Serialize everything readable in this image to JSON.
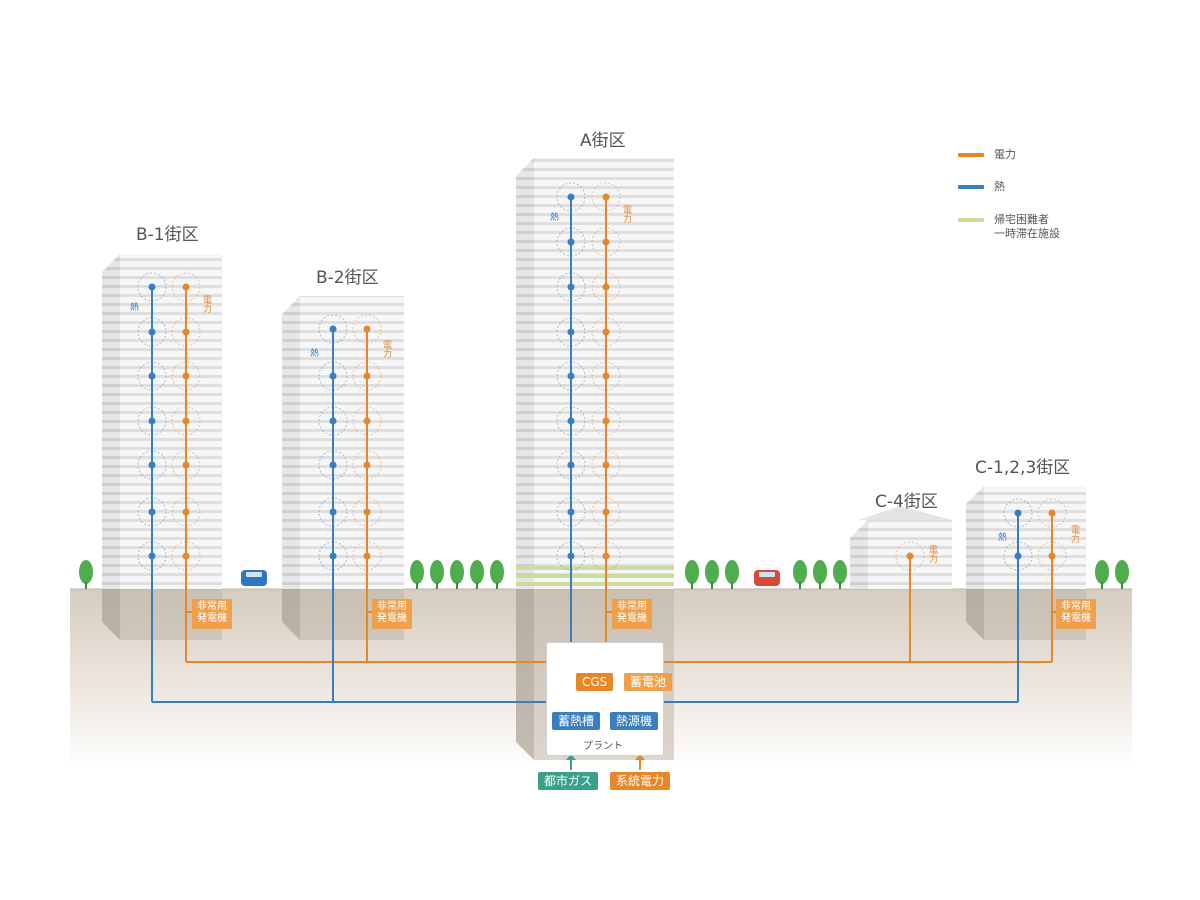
{
  "colors": {
    "power": "#E8862A",
    "heat": "#3A7EC2",
    "shelter": "#C9DC98",
    "gas": "#3AA089",
    "building": "#F3F3F3",
    "building_stripe": "#DCDCDC",
    "ground": "#D9CFC2",
    "tree": "#4EAE4E"
  },
  "legend": [
    {
      "key": "power",
      "label": "電力"
    },
    {
      "key": "heat",
      "label": "熱"
    },
    {
      "key": "shelter",
      "label": "帰宅困難者\n一時滞在施設"
    }
  ],
  "districts": [
    {
      "id": "b1",
      "label": "B-1街区",
      "heat_label": "熱",
      "power_label": "電力",
      "generator_label": "非常用\n発電機",
      "floors_served": 7
    },
    {
      "id": "b2",
      "label": "B-2街区",
      "heat_label": "熱",
      "power_label": "電力",
      "generator_label": "非常用\n発電機",
      "floors_served": 6
    },
    {
      "id": "a",
      "label": "A街区",
      "heat_label": "熱",
      "power_label": "電力",
      "generator_label": "非常用\n発電機",
      "floors_served": 9
    },
    {
      "id": "c4",
      "label": "C-4街区",
      "power_label": "電力",
      "floors_served": 1
    },
    {
      "id": "c123",
      "label": "C-1,2,3街区",
      "heat_label": "熱",
      "power_label": "電力",
      "generator_label": "非常用\n発電機",
      "floors_served": 2
    }
  ],
  "plant": {
    "label": "プラント",
    "cgs": "CGS",
    "battery": "蓄電池",
    "heat_storage": "蓄熱槽",
    "heat_source": "熱源機"
  },
  "inputs": {
    "city_gas": "都市ガス",
    "grid_power": "系統電力"
  }
}
